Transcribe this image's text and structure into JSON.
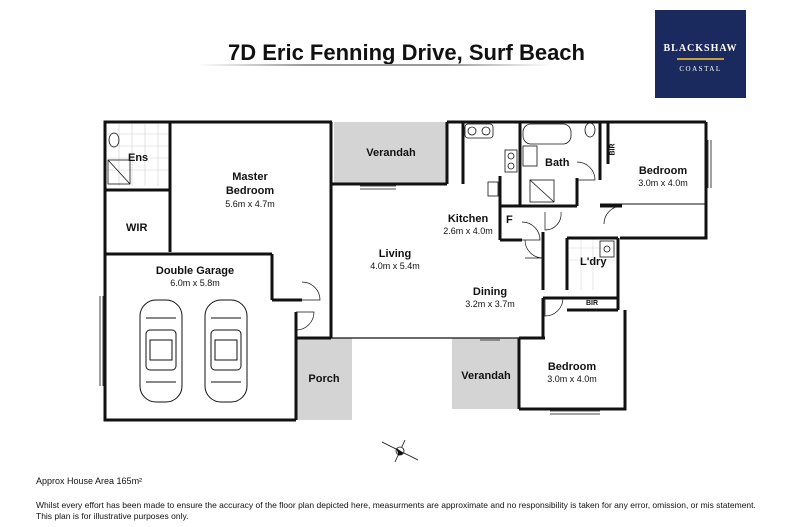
{
  "title": "7D Eric Fenning Drive, Surf Beach",
  "logo": {
    "brand": "BLACKSHAW",
    "sub": "COASTAL"
  },
  "rooms": {
    "ens": {
      "name": "Ens"
    },
    "master": {
      "name": "Master Bedroom",
      "dims": "5.6m x 4.7m"
    },
    "wir": {
      "name": "WIR"
    },
    "garage": {
      "name": "Double Garage",
      "dims": "6.0m x 5.8m"
    },
    "verandah_top": {
      "name": "Verandah"
    },
    "living": {
      "name": "Living",
      "dims": "4.0m x 5.4m"
    },
    "kitchen": {
      "name": "Kitchen",
      "dims": "2.6m x 4.0m"
    },
    "fridge": {
      "name": "F"
    },
    "bath": {
      "name": "Bath"
    },
    "bed2": {
      "name": "Bedroom",
      "dims": "3.0m x 4.0m"
    },
    "bir_top": {
      "name": "BIR"
    },
    "laundry": {
      "name": "L'dry"
    },
    "bir_bottom": {
      "name": "BIR"
    },
    "dining": {
      "name": "Dining",
      "dims": "3.2m x 3.7m"
    },
    "bed3": {
      "name": "Bedroom",
      "dims": "3.0m x 4.0m"
    },
    "porch": {
      "name": "Porch"
    },
    "verandah_bottom": {
      "name": "Verandah"
    }
  },
  "footer": {
    "area": "Approx House Area 165m²",
    "disclaimer_1": "Whilst every effort has been made to ensure the accuracy of the floor plan depicted here, measurments are approximate and no responsibility is taken for any error, omission, or mis statement.",
    "disclaimer_2": "This plan is for illustrative purposes only."
  },
  "colors": {
    "wall": "#111111",
    "outdoor": "#d4d4d4",
    "logo_bg": "#1b2a5e",
    "logo_rule": "#c8a03a"
  }
}
